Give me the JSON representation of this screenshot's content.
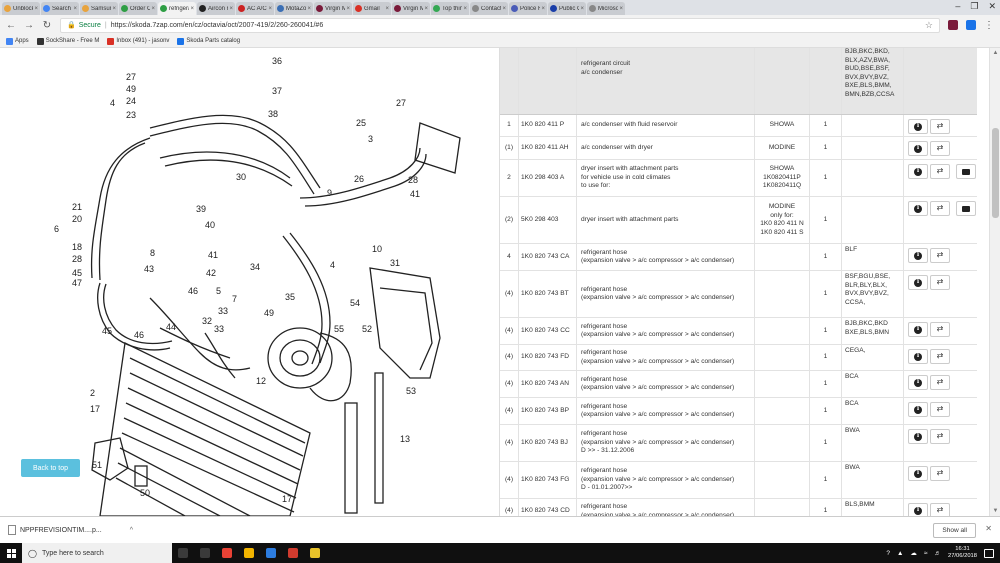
{
  "browser": {
    "tabs": [
      {
        "title": "Unblock",
        "color": "#e8a33d",
        "active": false
      },
      {
        "title": "Search r",
        "color": "#4285f4",
        "active": false
      },
      {
        "title": "Samsung",
        "color": "#e8a33d",
        "active": false
      },
      {
        "title": "Order C",
        "color": "#2e9e44",
        "active": false
      },
      {
        "title": "refrigera",
        "color": "#2e9e44",
        "active": true
      },
      {
        "title": "Aircon r",
        "color": "#222222",
        "active": false
      },
      {
        "title": "AC A/C",
        "color": "#cc2222",
        "active": false
      },
      {
        "title": "MotaZo",
        "color": "#3b6fb5",
        "active": false
      },
      {
        "title": "Virgin M",
        "color": "#7a1a3a",
        "active": false
      },
      {
        "title": "Gmail",
        "color": "#d93025",
        "active": false
      },
      {
        "title": "Virgin M",
        "color": "#7a1a3a",
        "active": false
      },
      {
        "title": "Top thin",
        "color": "#34a853",
        "active": false
      },
      {
        "title": "Contact",
        "color": "#888888",
        "active": false
      },
      {
        "title": "Police R",
        "color": "#4a5cb8",
        "active": false
      },
      {
        "title": "Public C",
        "color": "#1a3ea8",
        "active": false
      },
      {
        "title": "Microso",
        "color": "#888888",
        "active": false
      }
    ],
    "tab_close_glyph": "×",
    "window_controls": [
      "–",
      "❐",
      "✕"
    ],
    "secure_label": "Secure",
    "url": "https://skoda.7zap.com/en/cz/octavia/oct/2007-419/2/260-260041/#6",
    "nav": {
      "back": "←",
      "forward": "→",
      "reload": "↻"
    },
    "star": "☆",
    "menu_glyph": "⋮",
    "bookmarks": [
      {
        "label": "Apps",
        "color": "#4285f4"
      },
      {
        "label": "SockShare - Free M",
        "color": "#333333"
      },
      {
        "label": "Inbox (491) - jasonv",
        "color": "#d93025"
      },
      {
        "label": "Skoda Parts catalog",
        "color": "#1a73e8"
      }
    ]
  },
  "accent_color": "#5bc0de",
  "back_to_top_label": "Back to top",
  "diagram": {
    "callouts": [
      "36",
      "37",
      "38",
      "27",
      "49",
      "24",
      "23",
      "4",
      "27",
      "25",
      "3",
      "9",
      "26",
      "28",
      "41",
      "10",
      "31",
      "30",
      "39",
      "40",
      "21",
      "20",
      "6",
      "18",
      "28",
      "45",
      "47",
      "8",
      "43",
      "41",
      "42",
      "46",
      "45",
      "34",
      "35",
      "5",
      "7",
      "32",
      "33",
      "44",
      "46",
      "49",
      "55",
      "4",
      "54",
      "52",
      "12",
      "13",
      "53",
      "17",
      "51",
      "50",
      "17",
      "2",
      "33"
    ]
  },
  "parts_table": {
    "header": {
      "name_lines": [
        "refrigerant circuit",
        "a/c condenser"
      ],
      "models": "BJB,BKC,BKD,\nBLX,AZV,BWA,\nBUD,BSE,BSF,\nBVX,BVY,BVZ,\nBXE,BLS,BMM,\nBMN,BZB,CCSA"
    },
    "info_icon": "i",
    "swap_icon": "⇄",
    "rows": [
      {
        "pos": "1",
        "part": "1K0 820 411 P",
        "name": [
          "a/c condenser with fluid reservoir"
        ],
        "supplier": [
          "SHOWA"
        ],
        "qty": "1",
        "models": "",
        "camera": false,
        "height": 22
      },
      {
        "pos": "(1)",
        "part": "1K0 820 411 AH",
        "name": [
          "a/c condenser with dryer"
        ],
        "supplier": [
          "MODINE"
        ],
        "qty": "1",
        "models": "",
        "camera": false,
        "height": 23
      },
      {
        "pos": "2",
        "part": "1K0 298 403 A",
        "name": [
          "dryer insert with attachment parts",
          "for vehicle use in cold climates",
          "to use for:"
        ],
        "supplier": [
          "SHOWA",
          "1K0820411P",
          "1K0820411Q"
        ],
        "qty": "1",
        "models": "",
        "camera": true,
        "height": 37
      },
      {
        "pos": "(2)",
        "part": "5K0 298 403",
        "name": [
          "dryer insert with attachment parts"
        ],
        "supplier": [
          "MODINE",
          "only for:",
          "1K0 820 411 N",
          "1K0 820 411 S"
        ],
        "qty": "1",
        "models": "",
        "camera": true,
        "height": 47
      },
      {
        "pos": "4",
        "part": "1K0 820 743 CA",
        "name": [
          "refrigerant hose",
          "(expansion valve > a/c compressor > a/c condenser)"
        ],
        "supplier": [],
        "qty": "1",
        "models": "BLF",
        "camera": false,
        "height": 27
      },
      {
        "pos": "(4)",
        "part": "1K0 820 743 BT",
        "name": [
          "refrigerant hose",
          "(expansion valve > a/c compressor > a/c condenser)"
        ],
        "supplier": [],
        "qty": "1",
        "models": "BSF,BGU,BSE,\nBLR,BLY,BLX,\nBVX,BVY,BVZ,\nCCSA,",
        "camera": false,
        "height": 47
      },
      {
        "pos": "(4)",
        "part": "1K0 820 743 CC",
        "name": [
          "refrigerant hose",
          "(expansion valve > a/c compressor > a/c condenser)"
        ],
        "supplier": [],
        "qty": "1",
        "models": "BJB,BKC,BKD\nBXE,BLS,BMN",
        "camera": false,
        "height": 27
      },
      {
        "pos": "(4)",
        "part": "1K0 820 743 FD",
        "name": [
          "refrigerant hose",
          "(expansion valve > a/c compressor > a/c condenser)"
        ],
        "supplier": [],
        "qty": "1",
        "models": "CEGA,",
        "camera": false,
        "height": 26
      },
      {
        "pos": "(4)",
        "part": "1K0 820 743 AN",
        "name": [
          "refrigerant hose",
          "(expansion valve > a/c compressor > a/c condenser)"
        ],
        "supplier": [],
        "qty": "1",
        "models": "BCA",
        "camera": false,
        "height": 27
      },
      {
        "pos": "(4)",
        "part": "1K0 820 743 BP",
        "name": [
          "refrigerant hose",
          "(expansion valve > a/c compressor > a/c condenser)"
        ],
        "supplier": [],
        "qty": "1",
        "models": "BCA",
        "camera": false,
        "height": 27
      },
      {
        "pos": "(4)",
        "part": "1K0 820 743 BJ",
        "name": [
          "refrigerant hose",
          "(expansion valve > a/c compressor > a/c condenser)",
          "D >> - 31.12.2006"
        ],
        "supplier": [],
        "qty": "1",
        "models": "BWA",
        "camera": false,
        "height": 37
      },
      {
        "pos": "(4)",
        "part": "1K0 820 743 FG",
        "name": [
          "refrigerant hose",
          "(expansion valve > a/c compressor > a/c condenser)",
          "D - 01.01.2007>>"
        ],
        "supplier": [],
        "qty": "1",
        "models": "BWA",
        "camera": false,
        "height": 37
      },
      {
        "pos": "(4)",
        "part": "1K0 820 743 CD",
        "name": [
          "refrigerant hose",
          "(expansion valve > a/c compressor > a/c condenser)"
        ],
        "supplier": [],
        "qty": "1",
        "models": "BLS,BMM",
        "camera": false,
        "height": 26
      }
    ]
  },
  "download_shelf": {
    "file_name": "NPPFREVISIONTIM....p...",
    "caret": "^",
    "show_all": "Show all",
    "close": "✕"
  },
  "taskbar": {
    "search_placeholder": "Type here to search",
    "time": "16:31",
    "date": "27/06/2018",
    "apps": [
      "#3a3a3a",
      "#3a3a3a",
      "#e94235",
      "#f2b400",
      "#2d7de0",
      "#d13b2e",
      "#e8c22a"
    ]
  }
}
